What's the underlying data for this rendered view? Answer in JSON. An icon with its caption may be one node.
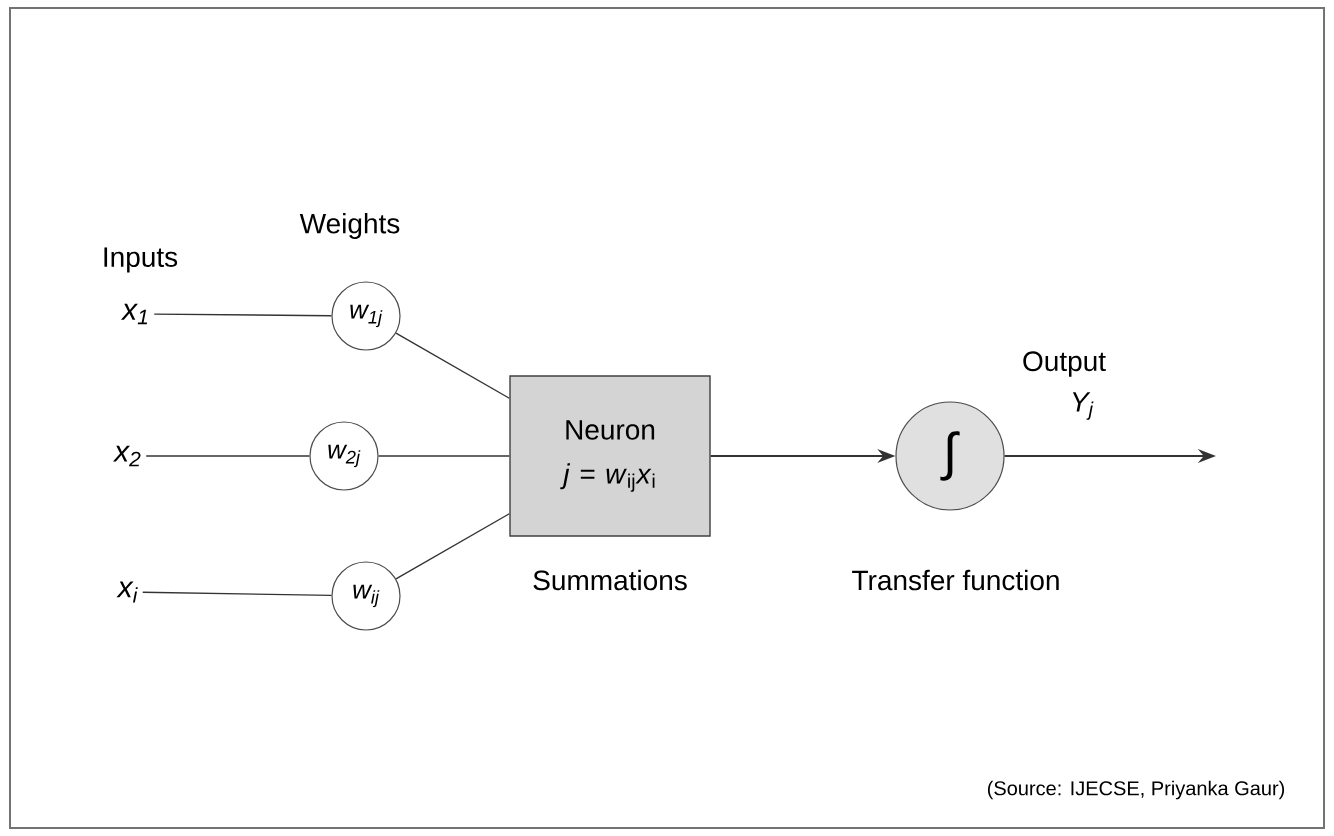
{
  "diagram": {
    "nodes": [
      {
        "text": [
          "x$_{1}$"
        ]
      },
      {
        "text": [
          "x$_{2}$"
        ]
      },
      {
        "text": [
          "x$_{i}$"
        ]
      },
      {
        "text": [
          "w$_{1j}$"
        ]
      },
      {
        "text": [
          "w$_{2j}$"
        ]
      },
      {
        "text": [
          "w$_{ij}$"
        ]
      },
      {
        "text": [
          "Neuron *j* = *w*$_{ij}$*x*$_{i}$"
        ],
        "beside": [
          "Summations"
        ]
      },
      {
        "text": [
          "∫"
        ],
        "beside": [
          "Transfer function"
        ]
      }
    ],
    "edges": [
      {
        "from": 0,
        "to": 3,
        "arrow": "none"
      },
      {
        "from": 1,
        "to": 4,
        "arrow": "none"
      },
      {
        "from": 2,
        "to": 5,
        "arrow": "none"
      },
      {
        "from": 3,
        "to": 6,
        "arrow": "none"
      },
      {
        "from": 4,
        "to": 6,
        "arrow": "none"
      },
      {
        "from": 5,
        "to": 6,
        "arrow": "none"
      },
      {
        "from": 6,
        "to": 7,
        "arrow": "to"
      },
      {
        "from": 7,
        "to": null,
        "arrow": "to"
      }
    ],
    "labels": [
      "Weights",
      "Inputs",
      "Output",
      "Y$_{j}$",
      "(Source: IJECSE, Priyanka Gaur)"
    ]
  }
}
